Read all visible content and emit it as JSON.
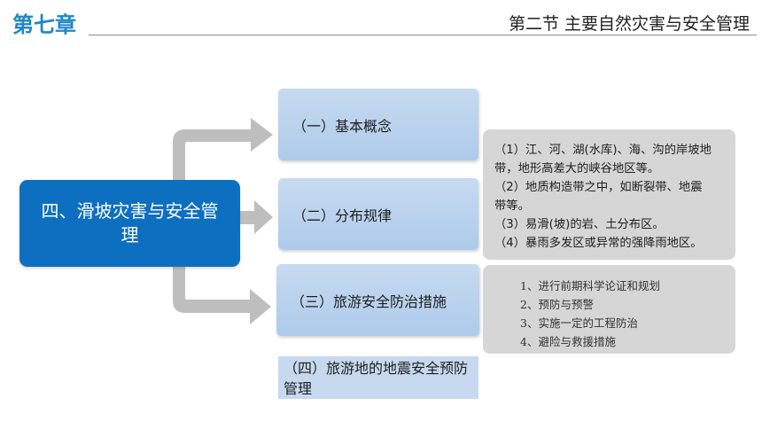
{
  "header": {
    "chapter": "第七章",
    "section": "第二节  主要自然灾害与安全管理"
  },
  "diagram": {
    "main_topic": "四、滑坡灾害与安全管理",
    "branches": [
      {
        "label": "（一）基本概念"
      },
      {
        "label": "（二）分布规律"
      },
      {
        "label": "（三）旅游安全防治措施"
      },
      {
        "label": "（四）旅游地的地震安全预防管理"
      }
    ],
    "distribution_details": [
      "（1）江、河、湖(水库)、海、沟的岸坡地",
      "带，地形高差大的峡谷地区等。",
      "（2）地质构造带之中，如断裂带、地震",
      "带等。",
      "（3）易滑(坡)的岩、土分布区。",
      "（4）暴雨多发区或异常的强降雨地区。"
    ],
    "measures": [
      "1、进行前期科学论证和规划",
      "2、预防与预警",
      "3、实施一定的工程防治",
      "4、避险与救援措施"
    ]
  },
  "colors": {
    "accent": "#1f86c9",
    "main_box": "#0d6fc0",
    "sub_box": "#bcd4ee",
    "detail_box": "#d6d6d6",
    "arrow": "#bebebe"
  }
}
